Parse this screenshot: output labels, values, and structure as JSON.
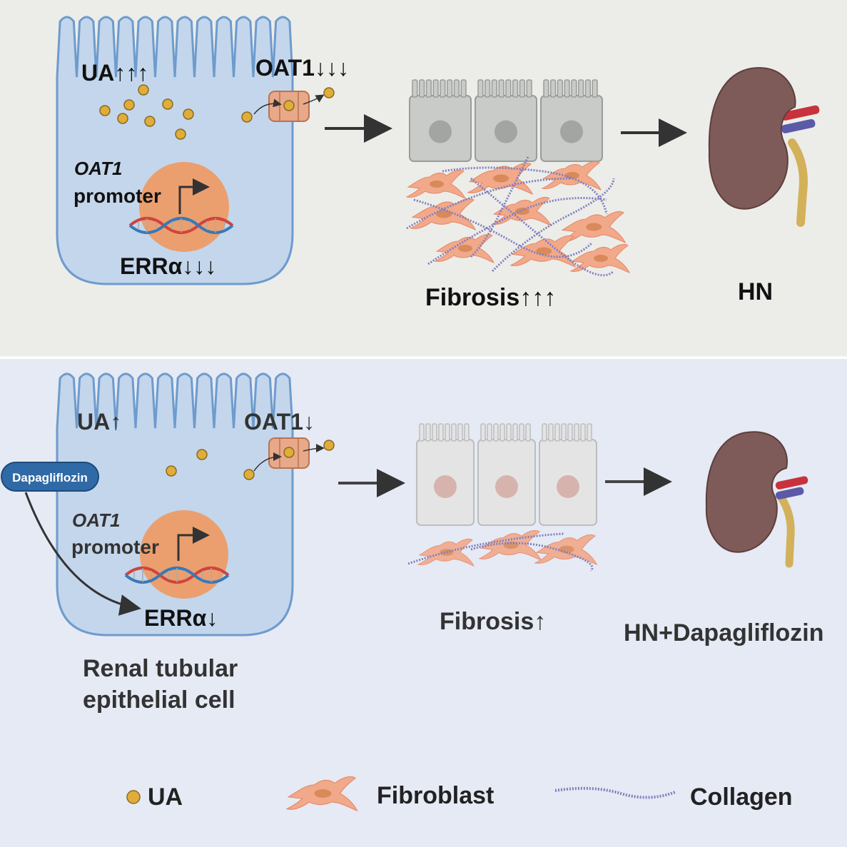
{
  "top_panel": {
    "ua_label": "UA↑↑↑",
    "oat1_label": "OAT1↓↓↓",
    "promoter_gene": "OAT1",
    "promoter_word": "promoter",
    "erra_label": "ERRα↓↓↓",
    "fibrosis_label": "Fibrosis↑↑↑",
    "outcome_label": "HN"
  },
  "bottom_panel": {
    "ua_label": "UA↑",
    "oat1_label": "OAT1↓",
    "drug_badge": "Dapagliflozin",
    "promoter_gene": "OAT1",
    "promoter_word": "promoter",
    "erra_label": "ERRα↓",
    "fibrosis_label": "Fibrosis↑",
    "outcome_label": "HN+Dapagliflozin",
    "cell_caption_line1": "Renal tubular",
    "cell_caption_line2": "epithelial cell"
  },
  "legend": {
    "ua": "UA",
    "fibroblast": "Fibroblast",
    "collagen": "Collagen"
  },
  "colors": {
    "top_background": "#ecede9",
    "bottom_background": "#e5eaf4",
    "cell_fill": "#c3d6ec",
    "cell_outline": "#6e9bcd",
    "nucleus": "#eb9f6e",
    "ua_particle": "#e0ad3a",
    "fibroblast": "#f2a98a",
    "collagen": "#7f7fbf",
    "kidney": "#7e5a58",
    "drug_badge": "#2f6aa6"
  }
}
